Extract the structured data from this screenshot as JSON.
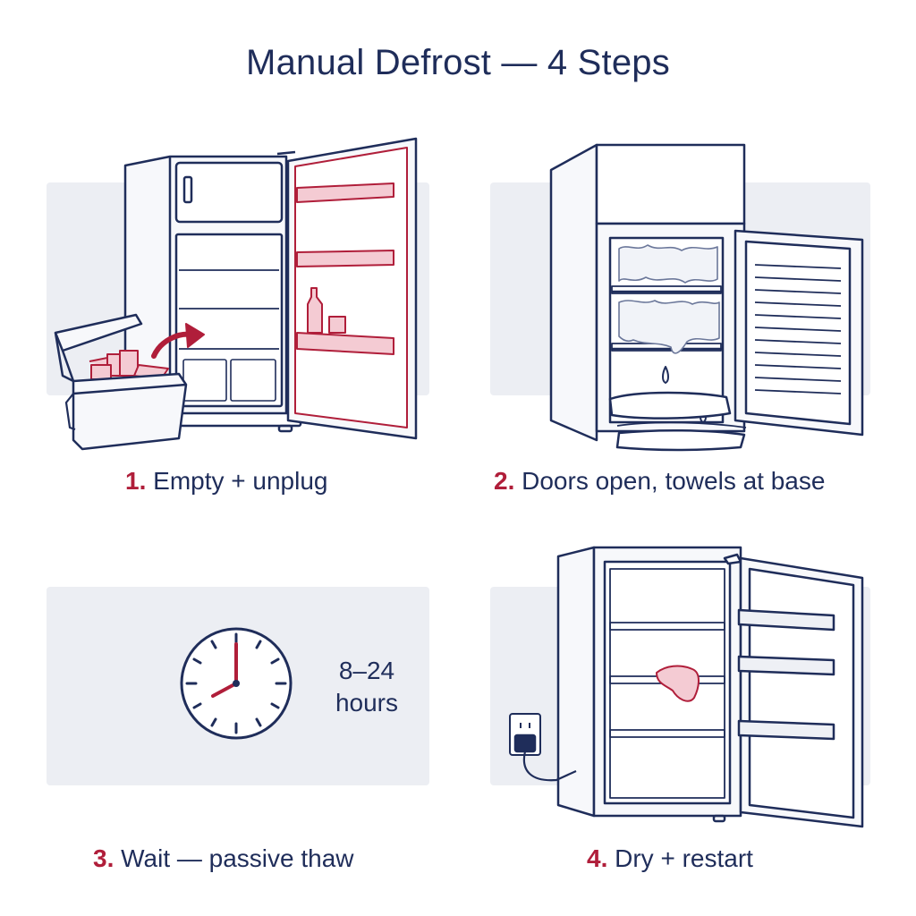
{
  "title": "Manual Defrost — 4 Steps",
  "steps": [
    {
      "number": "1.",
      "text": "Empty + unplug"
    },
    {
      "number": "2.",
      "text": "Doors open, towels at base"
    },
    {
      "number": "3.",
      "text": "Wait — passive thaw"
    },
    {
      "number": "4.",
      "text": "Dry + restart"
    }
  ],
  "duration": {
    "line1": "8–24",
    "line2": "hours"
  },
  "colors": {
    "navy": "#1f2d5a",
    "accent_red": "#b01e3a",
    "panel_bg": "#eceef3"
  }
}
